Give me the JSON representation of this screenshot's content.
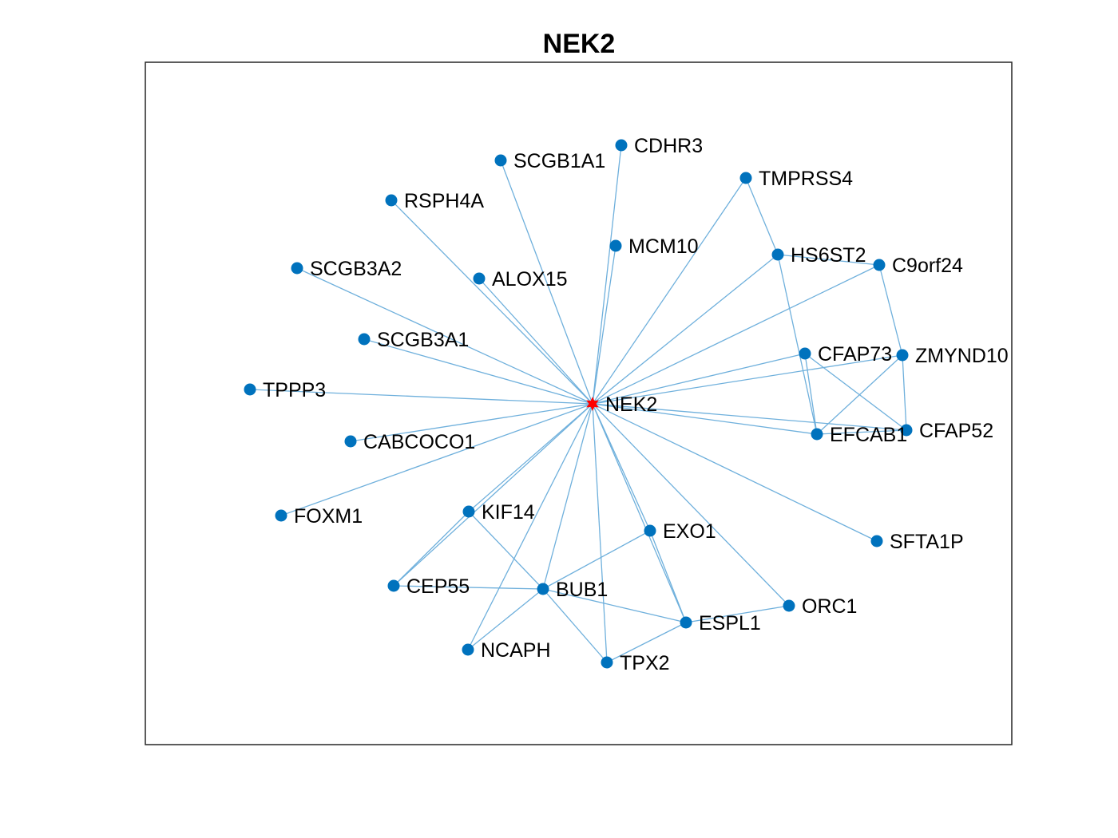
{
  "title": "NEK2",
  "colors": {
    "node": "#0072bd",
    "hub": "#ff0000",
    "edge": "#6fb0dc",
    "axes": "#262626"
  },
  "graph": {
    "hub": "NEK2",
    "nodes": [
      "NEK2",
      "CDHR3",
      "SCGB1A1",
      "TMPRSS4",
      "RSPH4A",
      "MCM10",
      "HS6ST2",
      "C9orf24",
      "SCGB3A2",
      "ALOX15",
      "SCGB3A1",
      "CFAP73",
      "ZMYND10",
      "TPPP3",
      "CABCOCO1",
      "EFCAB1",
      "CFAP52",
      "FOXM1",
      "KIF14",
      "EXO1",
      "SFTA1P",
      "CEP55",
      "BUB1",
      "ORC1",
      "ESPL1",
      "NCAPH",
      "TPX2"
    ],
    "edges": [
      [
        "NEK2",
        "CDHR3"
      ],
      [
        "NEK2",
        "SCGB1A1"
      ],
      [
        "NEK2",
        "TMPRSS4"
      ],
      [
        "NEK2",
        "RSPH4A"
      ],
      [
        "NEK2",
        "MCM10"
      ],
      [
        "NEK2",
        "HS6ST2"
      ],
      [
        "NEK2",
        "C9orf24"
      ],
      [
        "NEK2",
        "SCGB3A2"
      ],
      [
        "NEK2",
        "ALOX15"
      ],
      [
        "NEK2",
        "SCGB3A1"
      ],
      [
        "NEK2",
        "CFAP73"
      ],
      [
        "NEK2",
        "ZMYND10"
      ],
      [
        "NEK2",
        "TPPP3"
      ],
      [
        "NEK2",
        "CABCOCO1"
      ],
      [
        "NEK2",
        "EFCAB1"
      ],
      [
        "NEK2",
        "CFAP52"
      ],
      [
        "NEK2",
        "FOXM1"
      ],
      [
        "NEK2",
        "KIF14"
      ],
      [
        "NEK2",
        "EXO1"
      ],
      [
        "NEK2",
        "SFTA1P"
      ],
      [
        "NEK2",
        "CEP55"
      ],
      [
        "NEK2",
        "BUB1"
      ],
      [
        "NEK2",
        "ORC1"
      ],
      [
        "NEK2",
        "ESPL1"
      ],
      [
        "NEK2",
        "NCAPH"
      ],
      [
        "NEK2",
        "TPX2"
      ],
      [
        "TMPRSS4",
        "HS6ST2"
      ],
      [
        "HS6ST2",
        "C9orf24"
      ],
      [
        "HS6ST2",
        "EFCAB1"
      ],
      [
        "C9orf24",
        "ZMYND10"
      ],
      [
        "CFAP73",
        "EFCAB1"
      ],
      [
        "CFAP73",
        "CFAP52"
      ],
      [
        "ZMYND10",
        "CFAP52"
      ],
      [
        "ZMYND10",
        "EFCAB1"
      ],
      [
        "EFCAB1",
        "CFAP52"
      ],
      [
        "KIF14",
        "CEP55"
      ],
      [
        "KIF14",
        "BUB1"
      ],
      [
        "CEP55",
        "BUB1"
      ],
      [
        "BUB1",
        "EXO1"
      ],
      [
        "BUB1",
        "NCAPH"
      ],
      [
        "BUB1",
        "ESPL1"
      ],
      [
        "BUB1",
        "TPX2"
      ],
      [
        "ESPL1",
        "ORC1"
      ],
      [
        "ESPL1",
        "TPX2"
      ],
      [
        "EXO1",
        "ESPL1"
      ]
    ]
  }
}
